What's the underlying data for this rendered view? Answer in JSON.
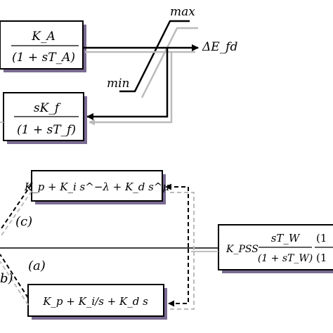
{
  "blocks": {
    "exciter_num": "K_A",
    "exciter_den": "(1 + sT_A)",
    "feedback_num": "sK_f",
    "feedback_den": "(1 + sT_f)",
    "frac_pid": "K_p + K_i s^−λ + K_d s^μ",
    "pid": "K_p + K_i/s + K_d s",
    "pss_gain": "K_PSS",
    "pss_num": "sT_W",
    "pss_den": "(1 + sT_W)",
    "pss_tail_num": "(1",
    "pss_tail_den": "(1"
  },
  "labels": {
    "max": "max",
    "min": "min",
    "output": "ΔE_fd",
    "path_c": "(c)",
    "path_a": "(a)",
    "path_b": "b)"
  },
  "colors": {
    "line": "#000000",
    "gray_line": "#b8b8b8",
    "shadow": "#7a6b92"
  }
}
